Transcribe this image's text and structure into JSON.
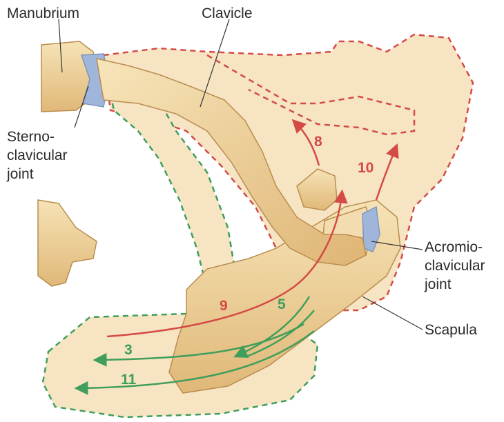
{
  "labels": {
    "manubrium": "Manubrium",
    "clavicle": "Clavicle",
    "sternoclavicular": [
      "Sterno-",
      "clavicular",
      "joint"
    ],
    "acromioclavicular": [
      "Acromio-",
      "clavicular",
      "joint"
    ],
    "scapula": "Scapula"
  },
  "movements": {
    "m8": "8",
    "m10": "10",
    "m9": "9",
    "m5": "5",
    "m3": "3",
    "m11": "11"
  },
  "colors": {
    "bone": "#f1d8a3",
    "bone_shadow": "#c89b5c",
    "ghost": "#f6e4c2",
    "red": "#d44a45",
    "green": "#3f9e5b",
    "joint": "#9fb6da",
    "leader": "#333333"
  }
}
